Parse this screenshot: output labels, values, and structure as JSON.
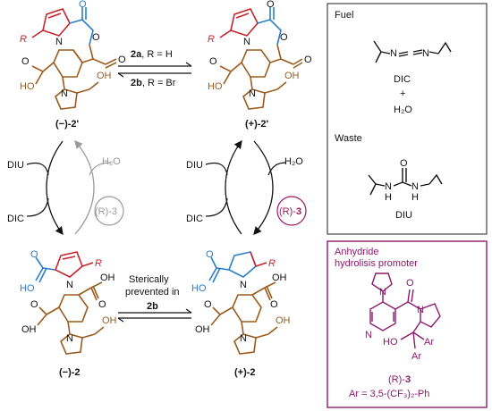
{
  "reaction": {
    "reagent_a": "2a",
    "reagent_a_cond": ", R = H",
    "reagent_b": "2b",
    "reagent_b_cond": ", R = Br",
    "sterically_line1": "Sterically",
    "sterically_line2": "prevented in",
    "sterically_ref": "2b"
  },
  "compounds": {
    "tl_sign": "(−)-",
    "tl_num": "2'",
    "tr_sign": "(+)-",
    "tr_num": "2'",
    "bl_sign": "(−)-",
    "bl_num": "2",
    "br_sign": "(+)-",
    "br_num": "2"
  },
  "atoms": {
    "R": "R",
    "O": "O",
    "N": "N",
    "OH": "OH",
    "HO": "HO",
    "H": "H"
  },
  "cycles": {
    "left_top": "DIU",
    "left_bottom": "DIC",
    "right_top": "DIU",
    "right_bottom": "DIC",
    "h2o_left": "H₂O",
    "h2o_right": "H₂O",
    "r3_left": "(R)-3",
    "r3_right_prefix": "(R)-",
    "r3_right_num": "3"
  },
  "fuel_box": {
    "fuel_title": "Fuel",
    "dic_label": "DIC",
    "plus": "+",
    "water": "H₂O",
    "waste_title": "Waste",
    "diu_label": "DIU"
  },
  "promoter_box": {
    "title_line1": "Anhydride",
    "title_line2": "hydrolisis promoter",
    "label_prefix": "(R)-",
    "label_num": "3",
    "ar_def": "Ar = 3,5-(CF₃)₂-Ph",
    "ar": "Ar"
  },
  "colors": {
    "red": "#c8232b",
    "blue": "#2a7ec8",
    "brown": "#9a5c1e",
    "purple": "#a0185a",
    "magenta": "#8b1a6b",
    "gray": "#9a9a9a",
    "black": "#111111"
  }
}
